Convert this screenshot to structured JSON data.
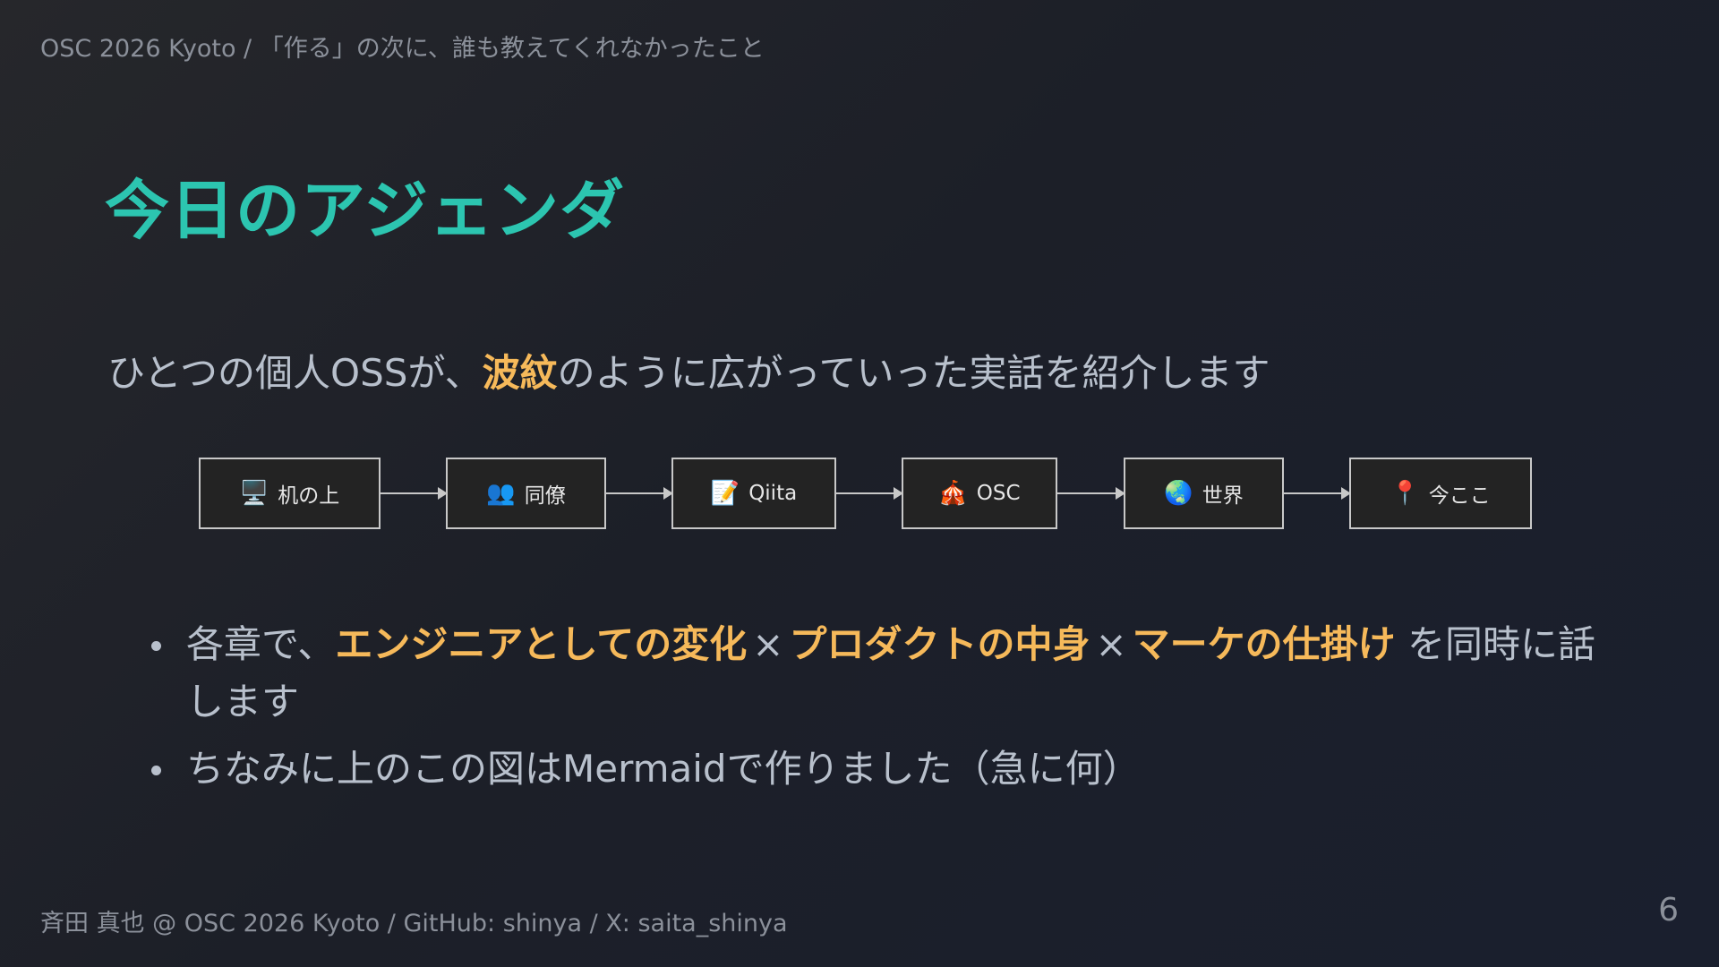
{
  "header": {
    "breadcrumb": "OSC 2026 Kyoto / 「作る」の次に、誰も教えてくれなかったこと"
  },
  "slide": {
    "title": "今日のアジェンダ",
    "lead": {
      "before": "ひとつの個人OSSが、",
      "highlight": "波紋",
      "after": "のように広がっていった実話を紹介します"
    },
    "flow": [
      {
        "icon": "🖥️",
        "icon_name": "desktop-computer-icon",
        "label": "机の上"
      },
      {
        "icon": "👥",
        "icon_name": "people-icon",
        "label": "同僚"
      },
      {
        "icon": "📝",
        "icon_name": "memo-icon",
        "label": "Qiita"
      },
      {
        "icon": "🎪",
        "icon_name": "circus-tent-icon",
        "label": "OSC"
      },
      {
        "icon": "🌏",
        "icon_name": "globe-icon",
        "label": "世界"
      },
      {
        "icon": "📍",
        "icon_name": "pin-icon",
        "label": "今ここ"
      }
    ],
    "bullets": [
      {
        "prefix": "各章で、",
        "h1": "エンジニアとしての変化",
        "sep1": "×",
        "h2": "プロダクトの中身",
        "sep2": "×",
        "h3": "マーケの仕掛け",
        "suffix": " を同時に話します"
      },
      {
        "text": "ちなみに上のこの図はMermaidで作りました（急に何）"
      }
    ]
  },
  "footer": {
    "text": "斉田 真也 @ OSC 2026 Kyoto / GitHub: shinya / X: saita_shinya",
    "page_number": "6"
  },
  "colors": {
    "title": "#2cc5b0",
    "accent": "#f6b95a",
    "background": "#1c1f28"
  }
}
